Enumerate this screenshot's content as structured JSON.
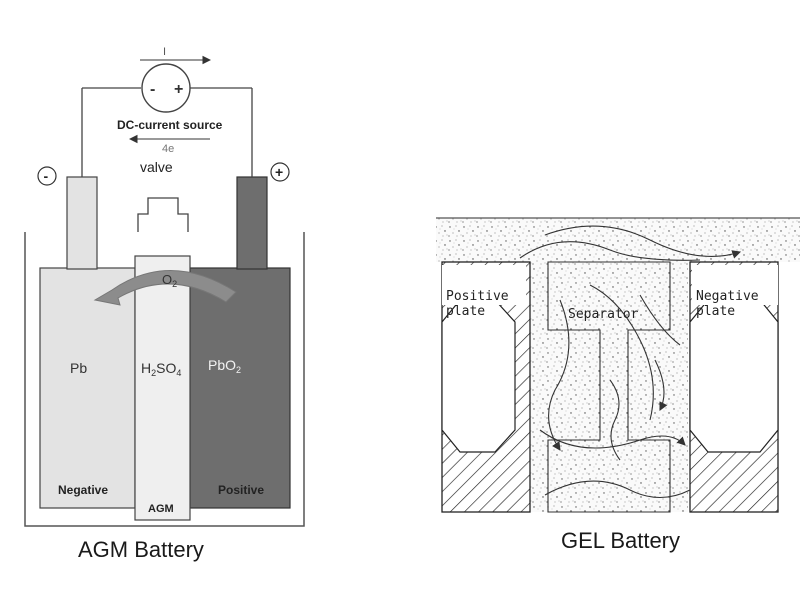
{
  "agm": {
    "current_label": "I",
    "source_label": "DC-current source",
    "electrons_label": "4e",
    "valve_label": "valve",
    "minus_terminal": "-",
    "plus_terminal": "+",
    "source_minus": "-",
    "source_plus": "+",
    "oxygen_label": "O",
    "oxygen_sub": "2",
    "pb_label": "Pb",
    "h2so4_main": "H",
    "h2so4_sub1": "2",
    "h2so4_mid": "SO",
    "h2so4_sub2": "4",
    "pbo2_main": "PbO",
    "pbo2_sub": "2",
    "negative_label": "Negative",
    "agm_label": "AGM",
    "positive_label": "Positive",
    "caption": "AGM Battery"
  },
  "gel": {
    "positive_plate_label_line1": "Positive",
    "positive_plate_label_line2": "plate",
    "separator_label": "Separator",
    "negative_plate_label_line1": "Negative",
    "negative_plate_label_line2": "plate",
    "caption": "GEL Battery"
  },
  "colors": {
    "negative_plate": "#e3e3e3",
    "positive_plate": "#6e6e6e",
    "agm_separator": "#efefef",
    "arrow": "#8c8c8c",
    "line": "#2a2a2a"
  }
}
